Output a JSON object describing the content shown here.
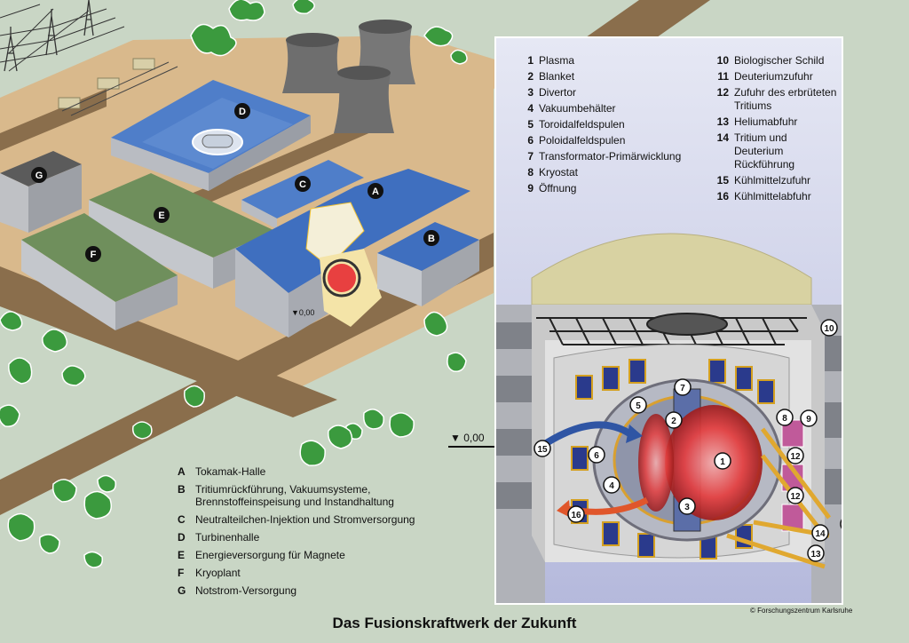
{
  "title": "Das Fusionskraftwerk der Zukunft",
  "credit": "© Forschungszentrum Karlsruhe",
  "level_marker_small": "▼0,00",
  "level_marker_large": "▼ 0,00",
  "buildings": [
    {
      "key": "A",
      "label": "Tokamak-Halle"
    },
    {
      "key": "B",
      "label": "Tritiumrückführung, Vakuumsysteme, Brennstoffeinspeisung und Instandhaltung"
    },
    {
      "key": "C",
      "label": "Neutralteilchen-Injektion und Stromversorgung"
    },
    {
      "key": "D",
      "label": "Turbinenhalle"
    },
    {
      "key": "E",
      "label": "Energieversorgung für Magnete"
    },
    {
      "key": "F",
      "label": "Kryoplant"
    },
    {
      "key": "G",
      "label": "Notstrom-Versorgung"
    }
  ],
  "components_left": [
    {
      "num": "1",
      "label": "Plasma"
    },
    {
      "num": "2",
      "label": "Blanket"
    },
    {
      "num": "3",
      "label": "Divertor"
    },
    {
      "num": "4",
      "label": "Vakuumbehälter"
    },
    {
      "num": "5",
      "label": "Toroidalfeldspulen"
    },
    {
      "num": "6",
      "label": "Poloidalfeldspulen"
    },
    {
      "num": "7",
      "label": "Transformator-Primärwicklung"
    },
    {
      "num": "8",
      "label": "Kryostat"
    },
    {
      "num": "9",
      "label": "Öffnung"
    }
  ],
  "components_right": [
    {
      "num": "10",
      "label": "Biologischer Schild"
    },
    {
      "num": "11",
      "label": "Deuteriumzufuhr"
    },
    {
      "num": "12",
      "label": "Zufuhr des erbrüteten Tritiums"
    },
    {
      "num": "13",
      "label": "Heliumabfuhr"
    },
    {
      "num": "14",
      "label": "Tritium und Deuterium Rückführung"
    },
    {
      "num": "15",
      "label": "Kühlmittelzufuhr"
    },
    {
      "num": "16",
      "label": "Kühlmittelabfuhr"
    }
  ],
  "colors": {
    "ground": "#c9d6c5",
    "site": "#d9b98c",
    "road": "#8a6e4c",
    "roof_blue": "#3f6fbf",
    "roof_green": "#6f8f5c",
    "wall": "#b9bcc2",
    "plasma": "#e84040"
  }
}
